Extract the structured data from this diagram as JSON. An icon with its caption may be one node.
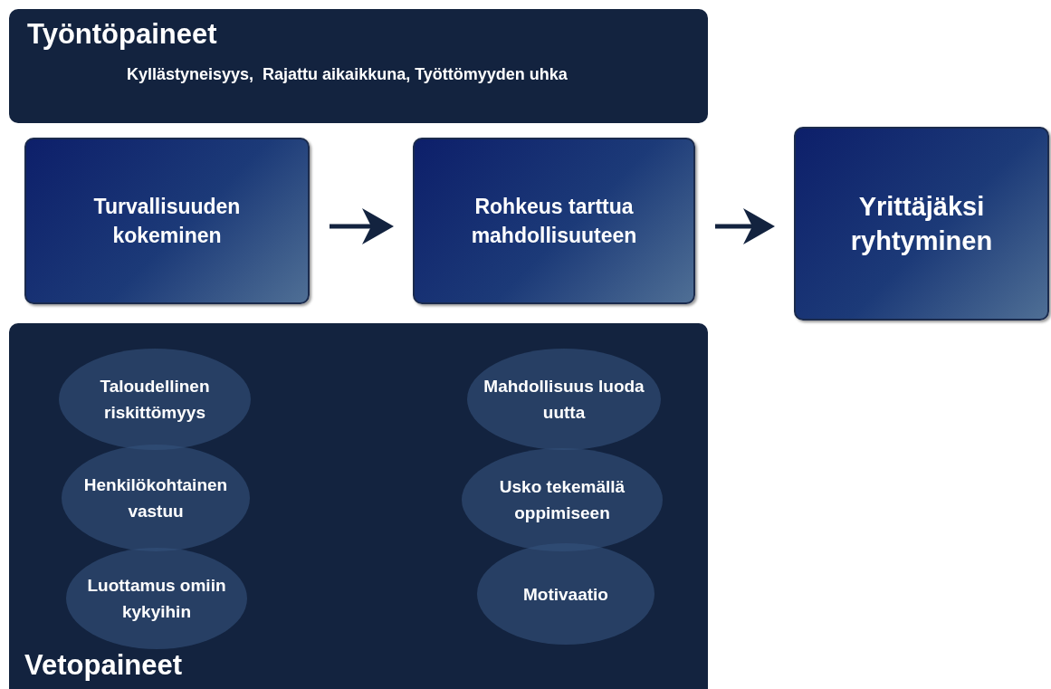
{
  "diagram": {
    "nodes": [
      {
        "text": [
          "Työntöpaineet",
          "Kyllästyneisyys,  Rajattu aikaikkuna, Työttömyyden uhka"
        ]
      },
      {
        "text": [
          "Turvallisuuden kokeminen"
        ]
      },
      {
        "text": [
          "Rohkeus tarttua mahdollisuuteen"
        ]
      },
      {
        "text": [
          "Yrittäjäksi ryhtyminen"
        ]
      },
      {
        "text": [
          "Vetopaineet"
        ]
      },
      {
        "text": [
          "Taloudellinen riskittömyys"
        ],
        "in": 4
      },
      {
        "text": [
          "Henkilökohtainen vastuu"
        ],
        "in": 4
      },
      {
        "text": [
          "Luottamus omiin kykyihin"
        ],
        "in": 4
      },
      {
        "text": [
          "Mahdollisuus luoda uutta"
        ],
        "in": 4
      },
      {
        "text": [
          "Usko tekemällä oppimiseen"
        ],
        "in": 4
      },
      {
        "text": [
          "Motivaatio"
        ],
        "in": 4
      }
    ],
    "edges": [
      {
        "from": 1,
        "to": 2,
        "arrow": "to"
      },
      {
        "from": 2,
        "to": 3,
        "arrow": "to"
      }
    ]
  }
}
